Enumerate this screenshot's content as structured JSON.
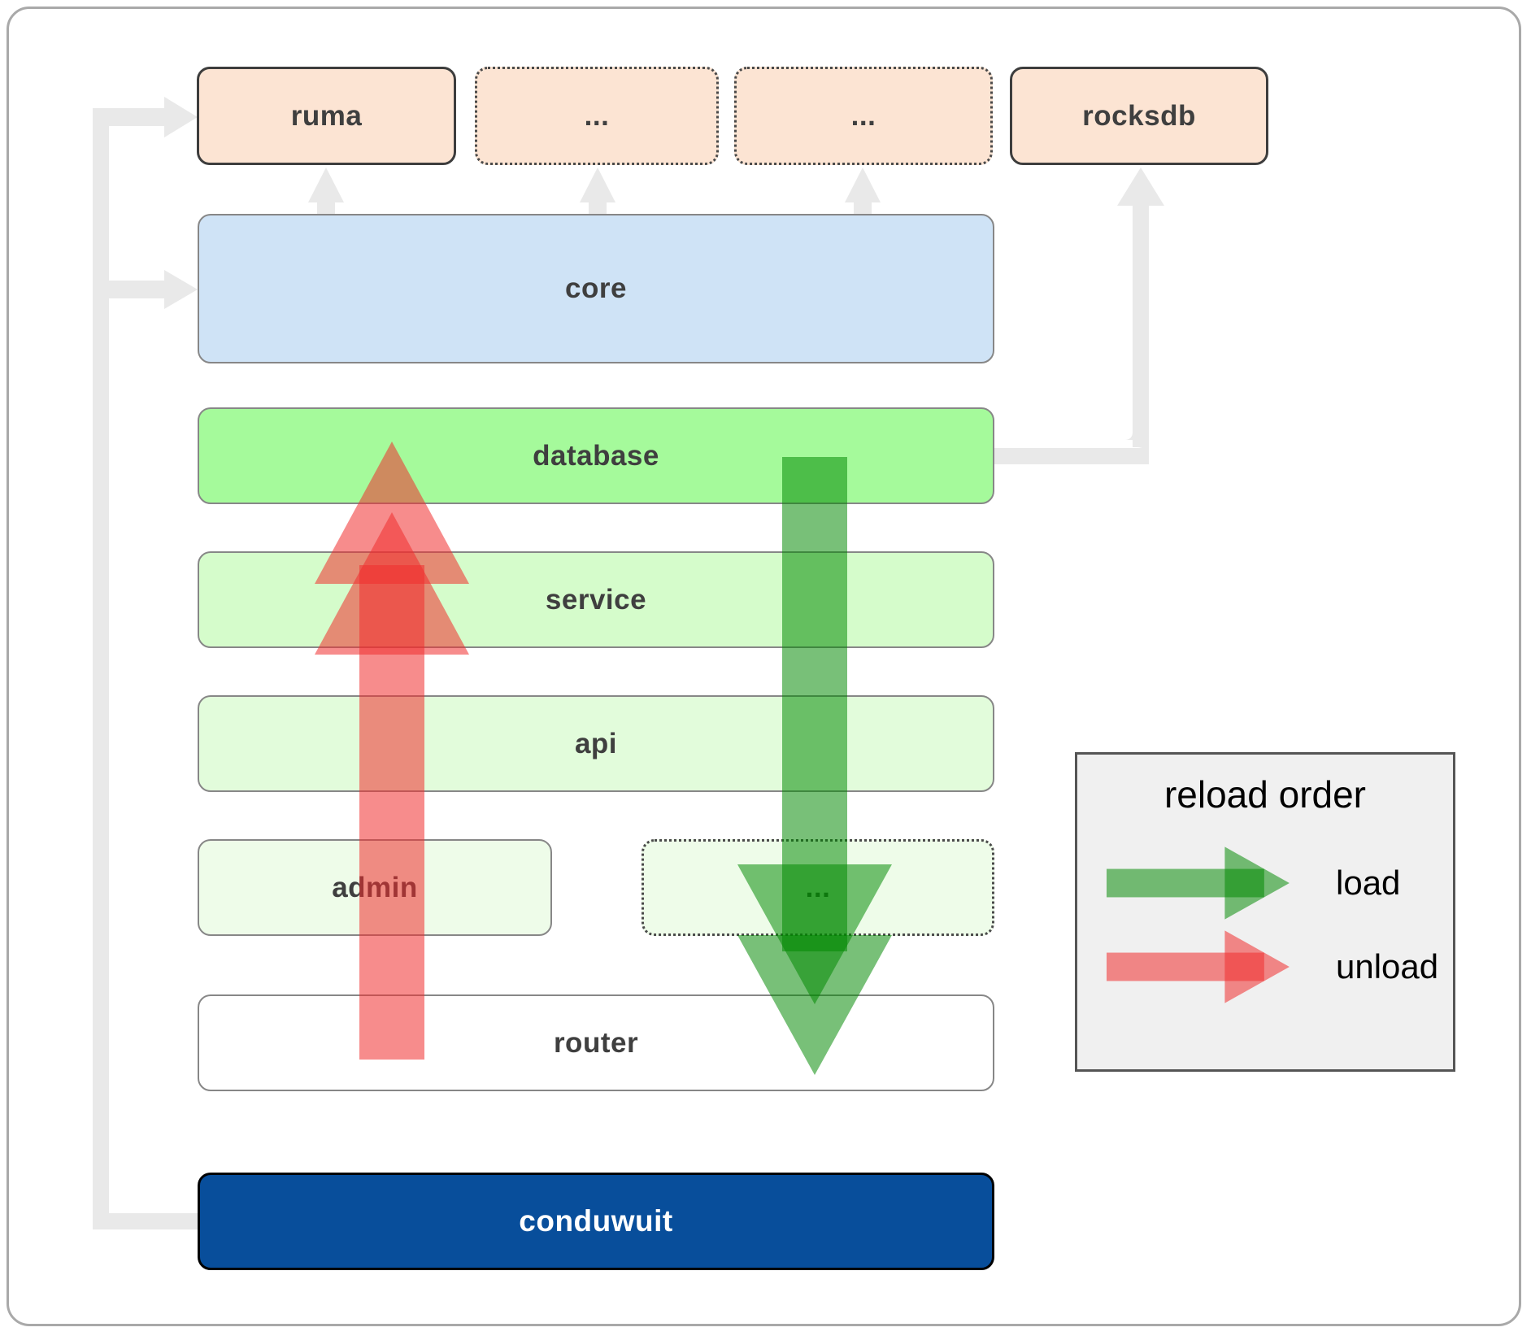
{
  "diagram": {
    "top_row": {
      "ruma": "ruma",
      "dots1": "...",
      "dots2": "...",
      "rocksdb": "rocksdb"
    },
    "layers": {
      "core": "core",
      "database": "database",
      "service": "service",
      "api": "api",
      "admin": "admin",
      "dots3": "...",
      "router": "router",
      "conduwuit": "conduwuit"
    }
  },
  "legend": {
    "title": "reload order",
    "load_label": "load",
    "unload_label": "unload"
  },
  "colors": {
    "peach_box": "#fce4d3",
    "core_box": "#cfe3f6",
    "database_box": "#a5fa9b",
    "service_box": "#d5fccb",
    "api_box": "#e2fcdb",
    "admin_box": "#eefce9",
    "router_box": "#ffffff",
    "conduwuit_box": "#084e9b",
    "connector_gray": "#e9e9e9",
    "load_green": "rgba(0,136,0,0.53)",
    "unload_red": "rgba(240,45,45,0.55)",
    "legend_bg": "#f0f0f0"
  }
}
